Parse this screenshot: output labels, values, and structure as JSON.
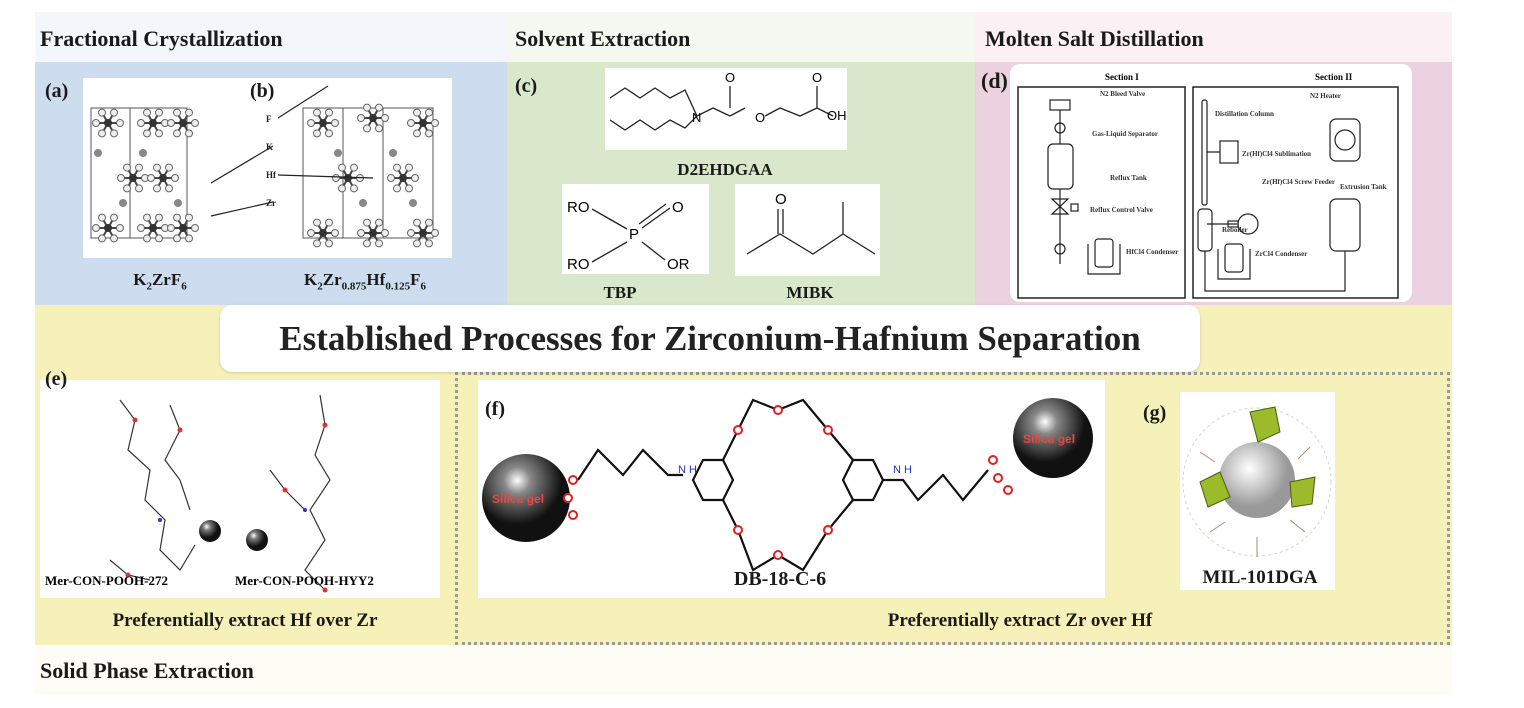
{
  "sections": {
    "fractional": "Fractional Crystallization",
    "solvent": "Solvent Extraction",
    "molten": "Molten Salt Distillation",
    "solid": "Solid Phase Extraction"
  },
  "title": "Established Processes for Zirconium-Hafnium Separation",
  "panels": {
    "a": {
      "label": "(a)",
      "formula": [
        "K",
        "2",
        "ZrF",
        "6"
      ]
    },
    "b": {
      "label": "(b)",
      "formula": [
        "K",
        "2",
        "Zr",
        "0.875",
        "Hf",
        "0.125",
        "F",
        "6"
      ],
      "atoms": [
        "F",
        "K",
        "Hf",
        "Zr"
      ]
    },
    "c": {
      "label": "(c)",
      "molecules": [
        "D2EHDGAA",
        "TBP",
        "MIBK"
      ],
      "atoms": {
        "O": "O",
        "N": "N",
        "OH": "OH",
        "RO": "RO",
        "P": "P",
        "OR": "OR"
      }
    },
    "d": {
      "label": "(d)",
      "section1": "Section I",
      "section2": "Section II",
      "s1_labels": [
        "N2 Bleed Valve",
        "Gas-Liquid Separator",
        "Reflux Tank",
        "Reflux Control Valve",
        "HfCl4 Condenser"
      ],
      "s2_labels": [
        "N2 Heater",
        "Distillation Column",
        "Zr(Hf)Cl4 Sublimation",
        "Zr(Hf)Cl4 Screw Feeder",
        "Extrusion Tank",
        "Reboiler",
        "ZrCl4 Condenser"
      ]
    },
    "e": {
      "label": "(e)",
      "materials": [
        "Mer-CON-POOH-272",
        "Mer-CON-POOH-HYY2"
      ],
      "caption": "Preferentially extract Hf over Zr"
    },
    "f": {
      "label": "(f)",
      "name": "DB-18-C-6",
      "silica": "Silica gel",
      "nh": "N\nH"
    },
    "g": {
      "label": "(g)",
      "name": "MIL-101DGA"
    },
    "fg_caption": "Preferentially extract Zr over Hf"
  },
  "colors": {
    "blue": "#cddcee",
    "green": "#d9e7cb",
    "pink": "#ecd2e0",
    "yellow": "#f6f0b9"
  }
}
